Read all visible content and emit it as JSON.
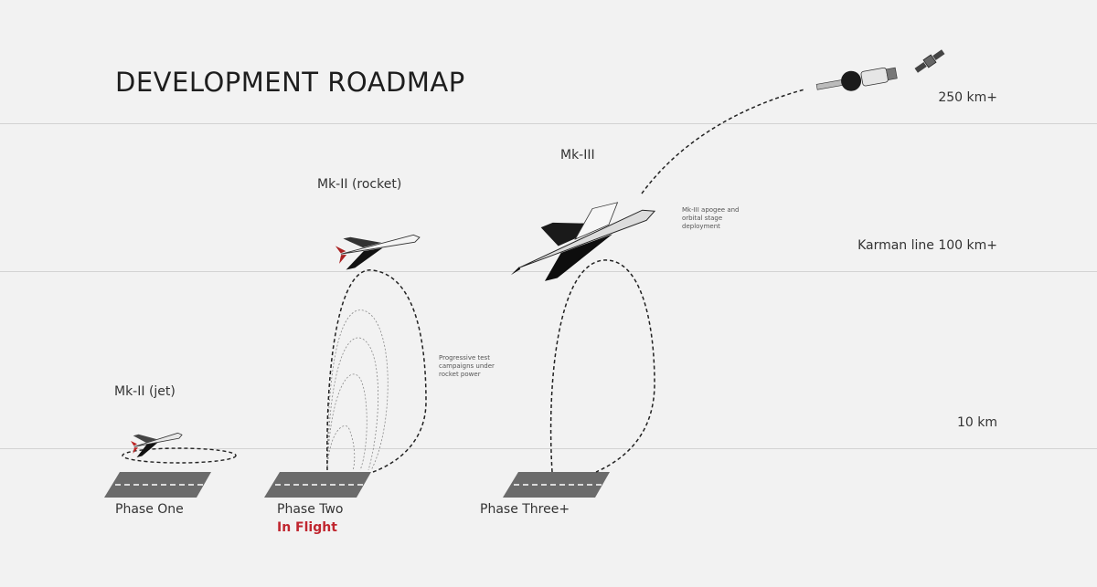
{
  "title": "DEVELOPMENT ROADMAP",
  "altitudes": {
    "top": "250 km+",
    "karman": "Karman line 100 km+",
    "low": "10 km"
  },
  "vehicles": {
    "jet": "Mk-II (jet)",
    "rocket": "Mk-II (rocket)",
    "mk3": "Mk-III"
  },
  "notes": {
    "rocket_line1": "Progressive test",
    "rocket_line2": "campaigns under",
    "rocket_line3": "rocket power",
    "mk3_line1": "Mk-III apogee and",
    "mk3_line2": "orbital stage",
    "mk3_line3": "deployment"
  },
  "phases": {
    "one": "Phase One",
    "two": "Phase Two",
    "two_status": "In Flight",
    "three": "Phase Three+"
  },
  "colors": {
    "background": "#f2f2f2",
    "status": "#c0262f",
    "runway": "#6b6b6b"
  }
}
